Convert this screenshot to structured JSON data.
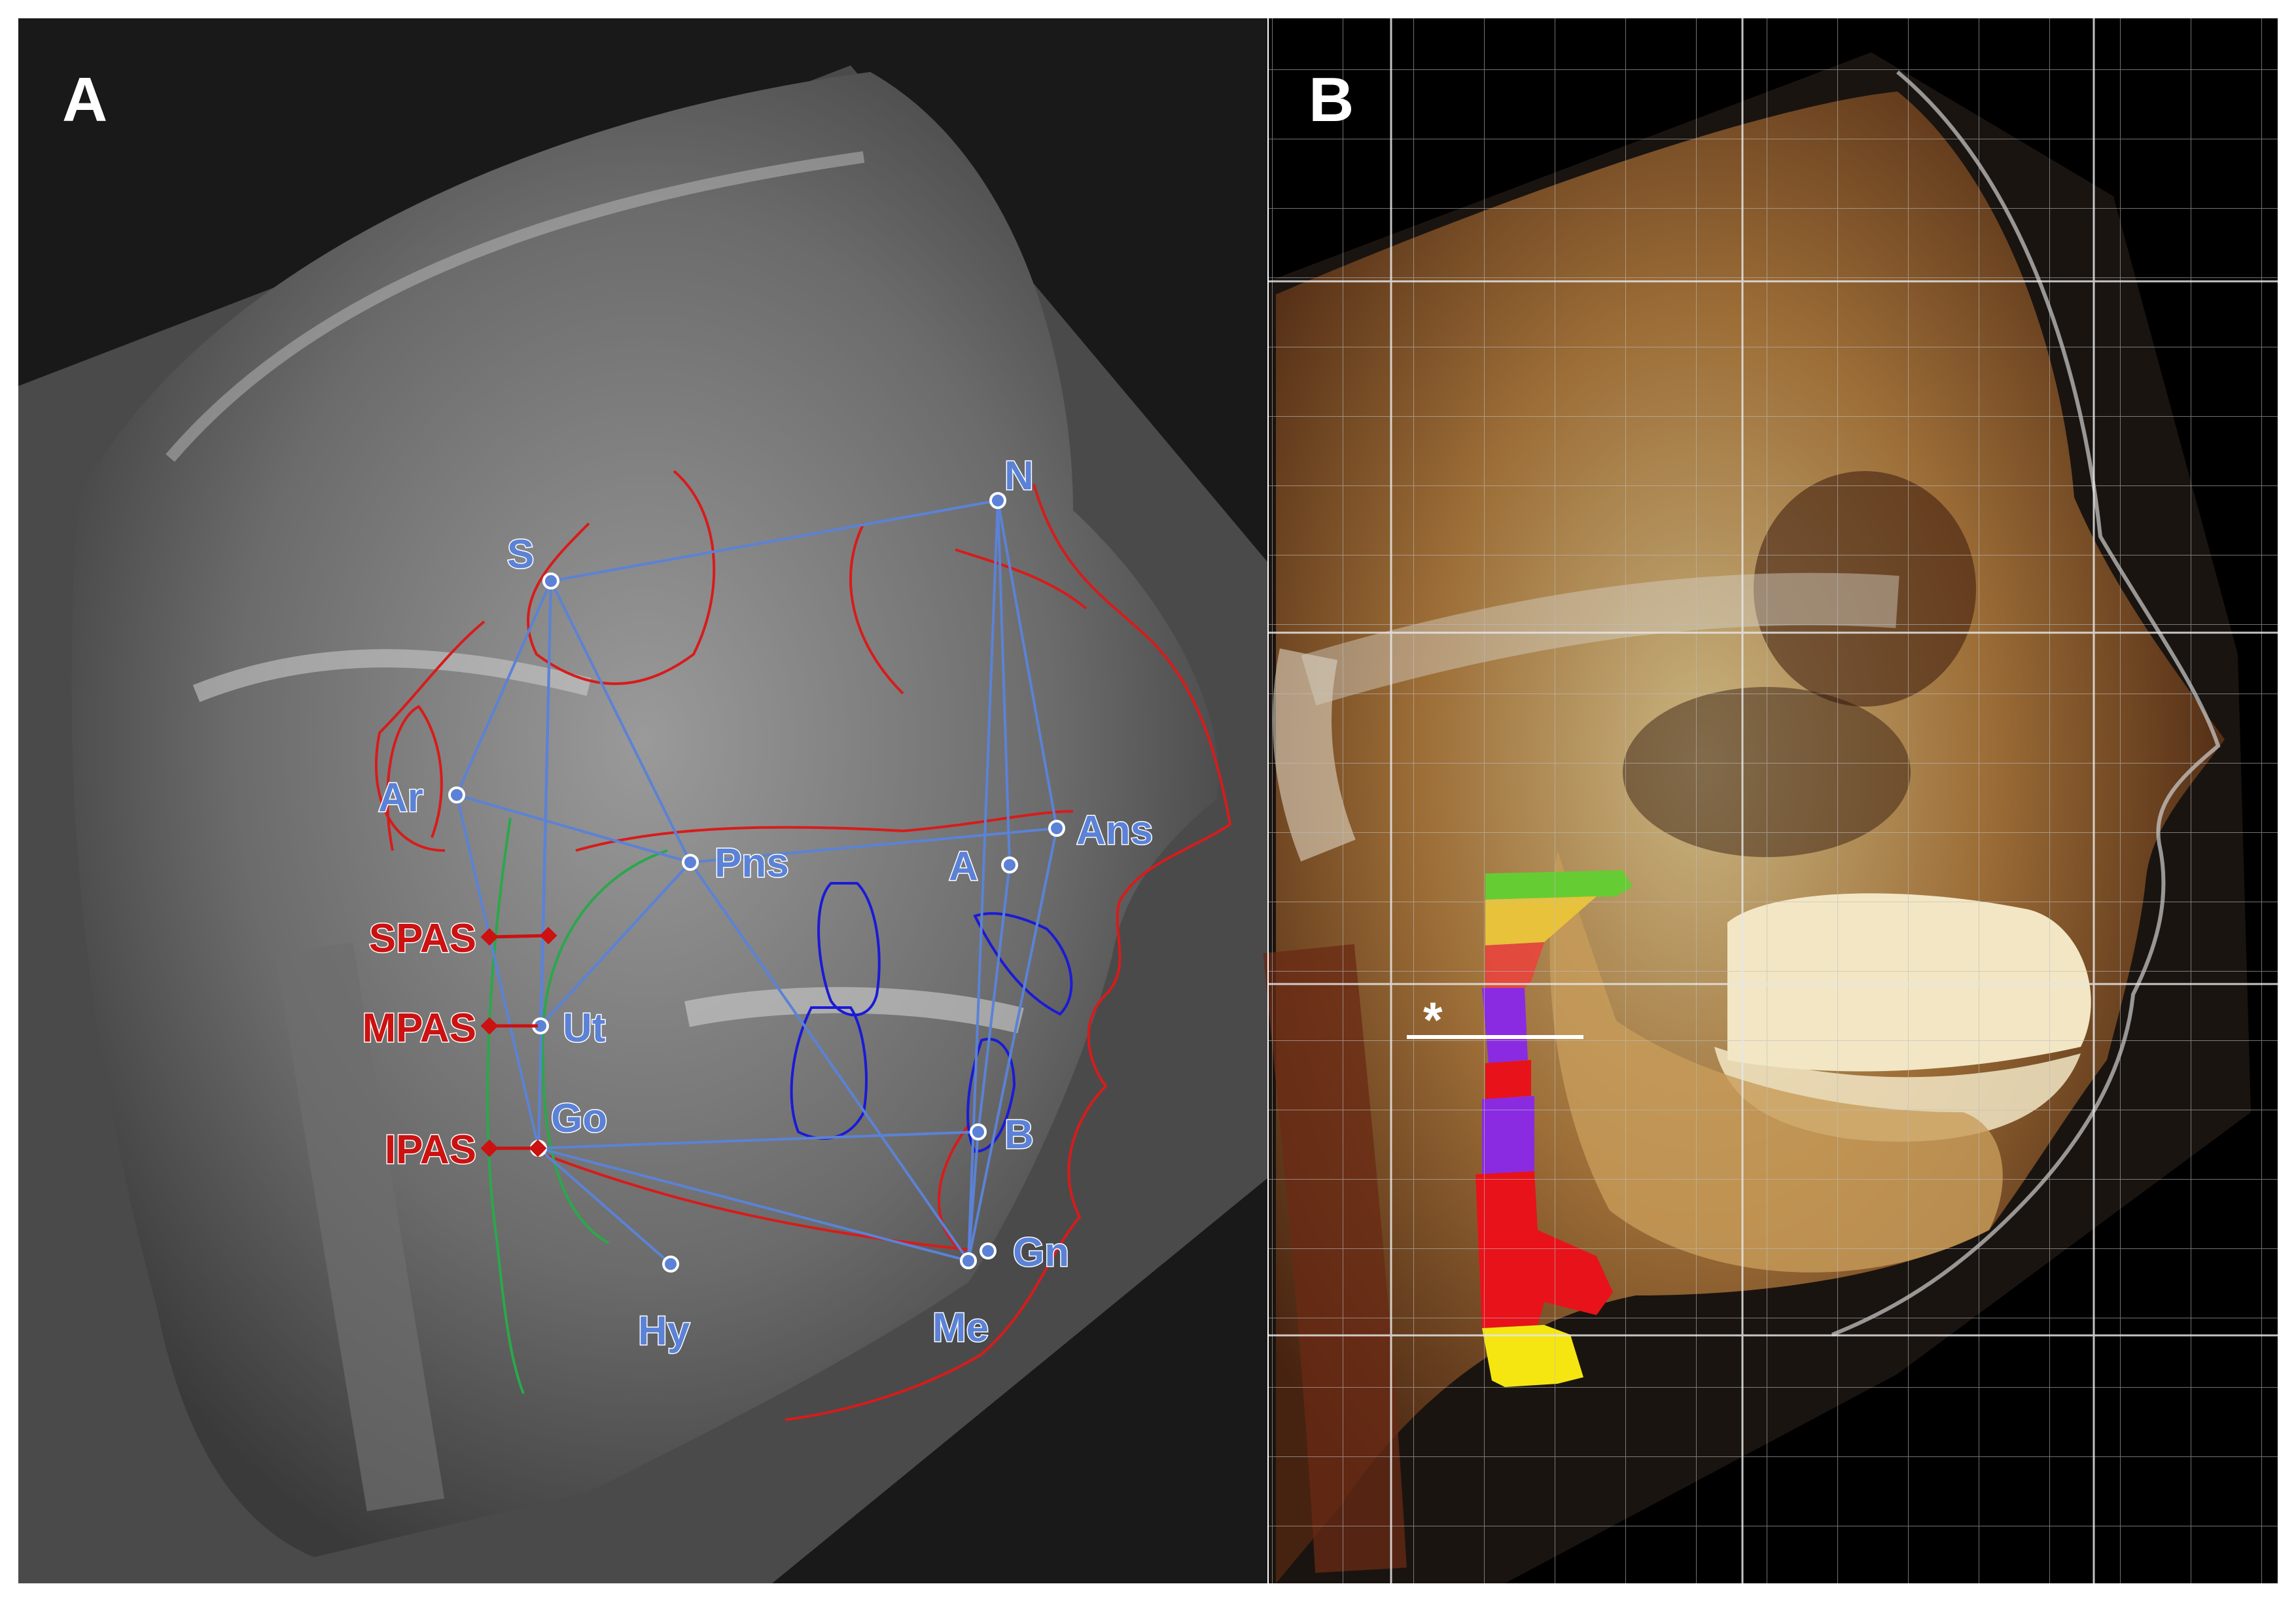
{
  "panels": {
    "a": {
      "label": "A"
    },
    "b": {
      "label": "B",
      "marker": "*"
    }
  },
  "landmarks": {
    "n": "N",
    "s": "S",
    "ar": "Ar",
    "pns": "Pns",
    "ans": "Ans",
    "a": "A",
    "ut": "Ut",
    "go": "Go",
    "b": "B",
    "gn": "Gn",
    "me": "Me",
    "hy": "Hy"
  },
  "measurements": {
    "spas": "SPAS",
    "mpas": "MPAS",
    "ipas": "IPAS"
  },
  "colors": {
    "landmark": "#5b82d6",
    "measurement": "#cc1111",
    "soft_tissue_trace": "#d81b1b",
    "airway_trace": "#2aa84a",
    "teeth_trace": "#1a1ad8",
    "airway_segments": [
      "#66cc33",
      "#e8c23a",
      "#e8453c",
      "#8a2be2",
      "#e8121a",
      "#f5e612"
    ]
  }
}
